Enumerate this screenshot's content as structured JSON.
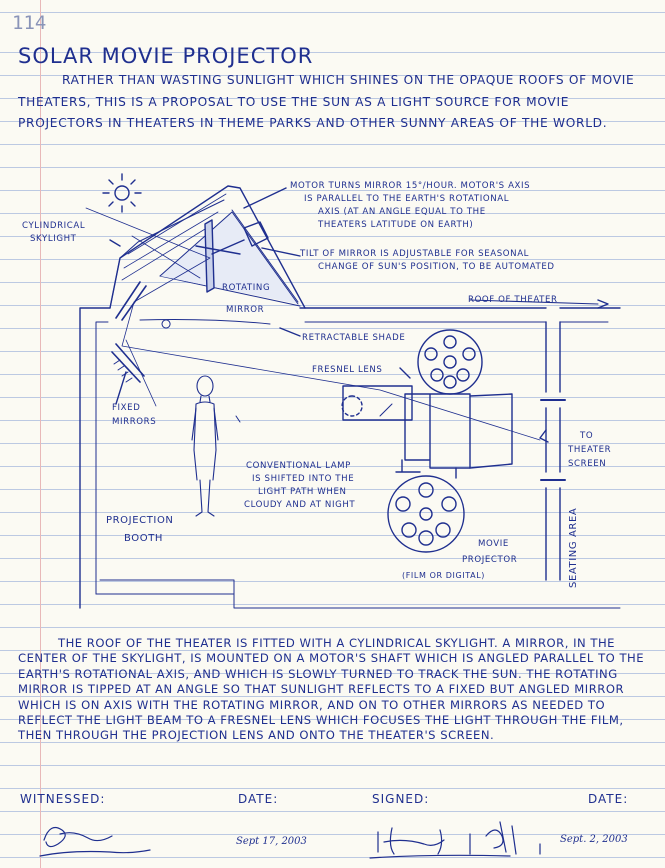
{
  "page": {
    "number": "114",
    "title": "Solar Movie Projector"
  },
  "intro": "Rather than wasting sunlight which shines on the opaque roofs of movie theaters, this is a proposal to use the sun as a light source for movie projectors in theaters in theme parks and other sunny areas of the world.",
  "sketch": {
    "motor_note": [
      "Motor turns mirror 15°/hour. Motor's axis",
      "is parallel to the Earth's rotational",
      "axis (at an angle equal to the",
      "theaters latitude on Earth)"
    ],
    "tilt_note": [
      "Tilt of mirror is adjustable for seasonal",
      "change of sun's position, to be automated"
    ],
    "cylindrical_skylight": [
      "Cylindrical",
      "skylight"
    ],
    "rotating_mirror": [
      "Rotating",
      "mirror"
    ],
    "roof_of_theater": "Roof of theater",
    "retractable_shade": "Retractable shade",
    "fresnel_lens": "Fresnel lens",
    "fixed_mirrors": [
      "Fixed",
      "mirrors"
    ],
    "to_screen": [
      "To",
      "theater",
      "screen"
    ],
    "lamp_note": [
      "Conventional lamp",
      "is shifted into the",
      "light path when",
      "cloudy and at night"
    ],
    "projection_booth": [
      "Projection",
      "booth"
    ],
    "movie_projector": [
      "Movie",
      "projector",
      "(film or digital)"
    ],
    "seating_area": "Seating area"
  },
  "description": "The roof of the theater is fitted with a cylindrical skylight. A mirror, in the center of the skylight, is mounted on a motor's shaft which is angled parallel to the Earth's rotational axis, and which is slowly turned to track the sun. The rotating mirror is tipped at an angle so that sunlight reflects to a fixed but angled mirror which is on axis with the rotating mirror, and on to other mirrors as needed to reflect the light beam to a Fresnel lens which focuses the light through the film, then through the projection lens and onto the theater's screen.",
  "footer": {
    "witnessed_label": "Witnessed:",
    "date_label_1": "Date:",
    "signed_label": "Signed:",
    "date_label_2": "Date:",
    "date_1": "Sept 17, 2003",
    "date_2": "Sept. 2, 2003"
  },
  "colors": {
    "ink": "#1f2f8f",
    "rule": "#bcc9e2",
    "margin": "#e8b8b8",
    "paper": "#fbfaf3"
  }
}
